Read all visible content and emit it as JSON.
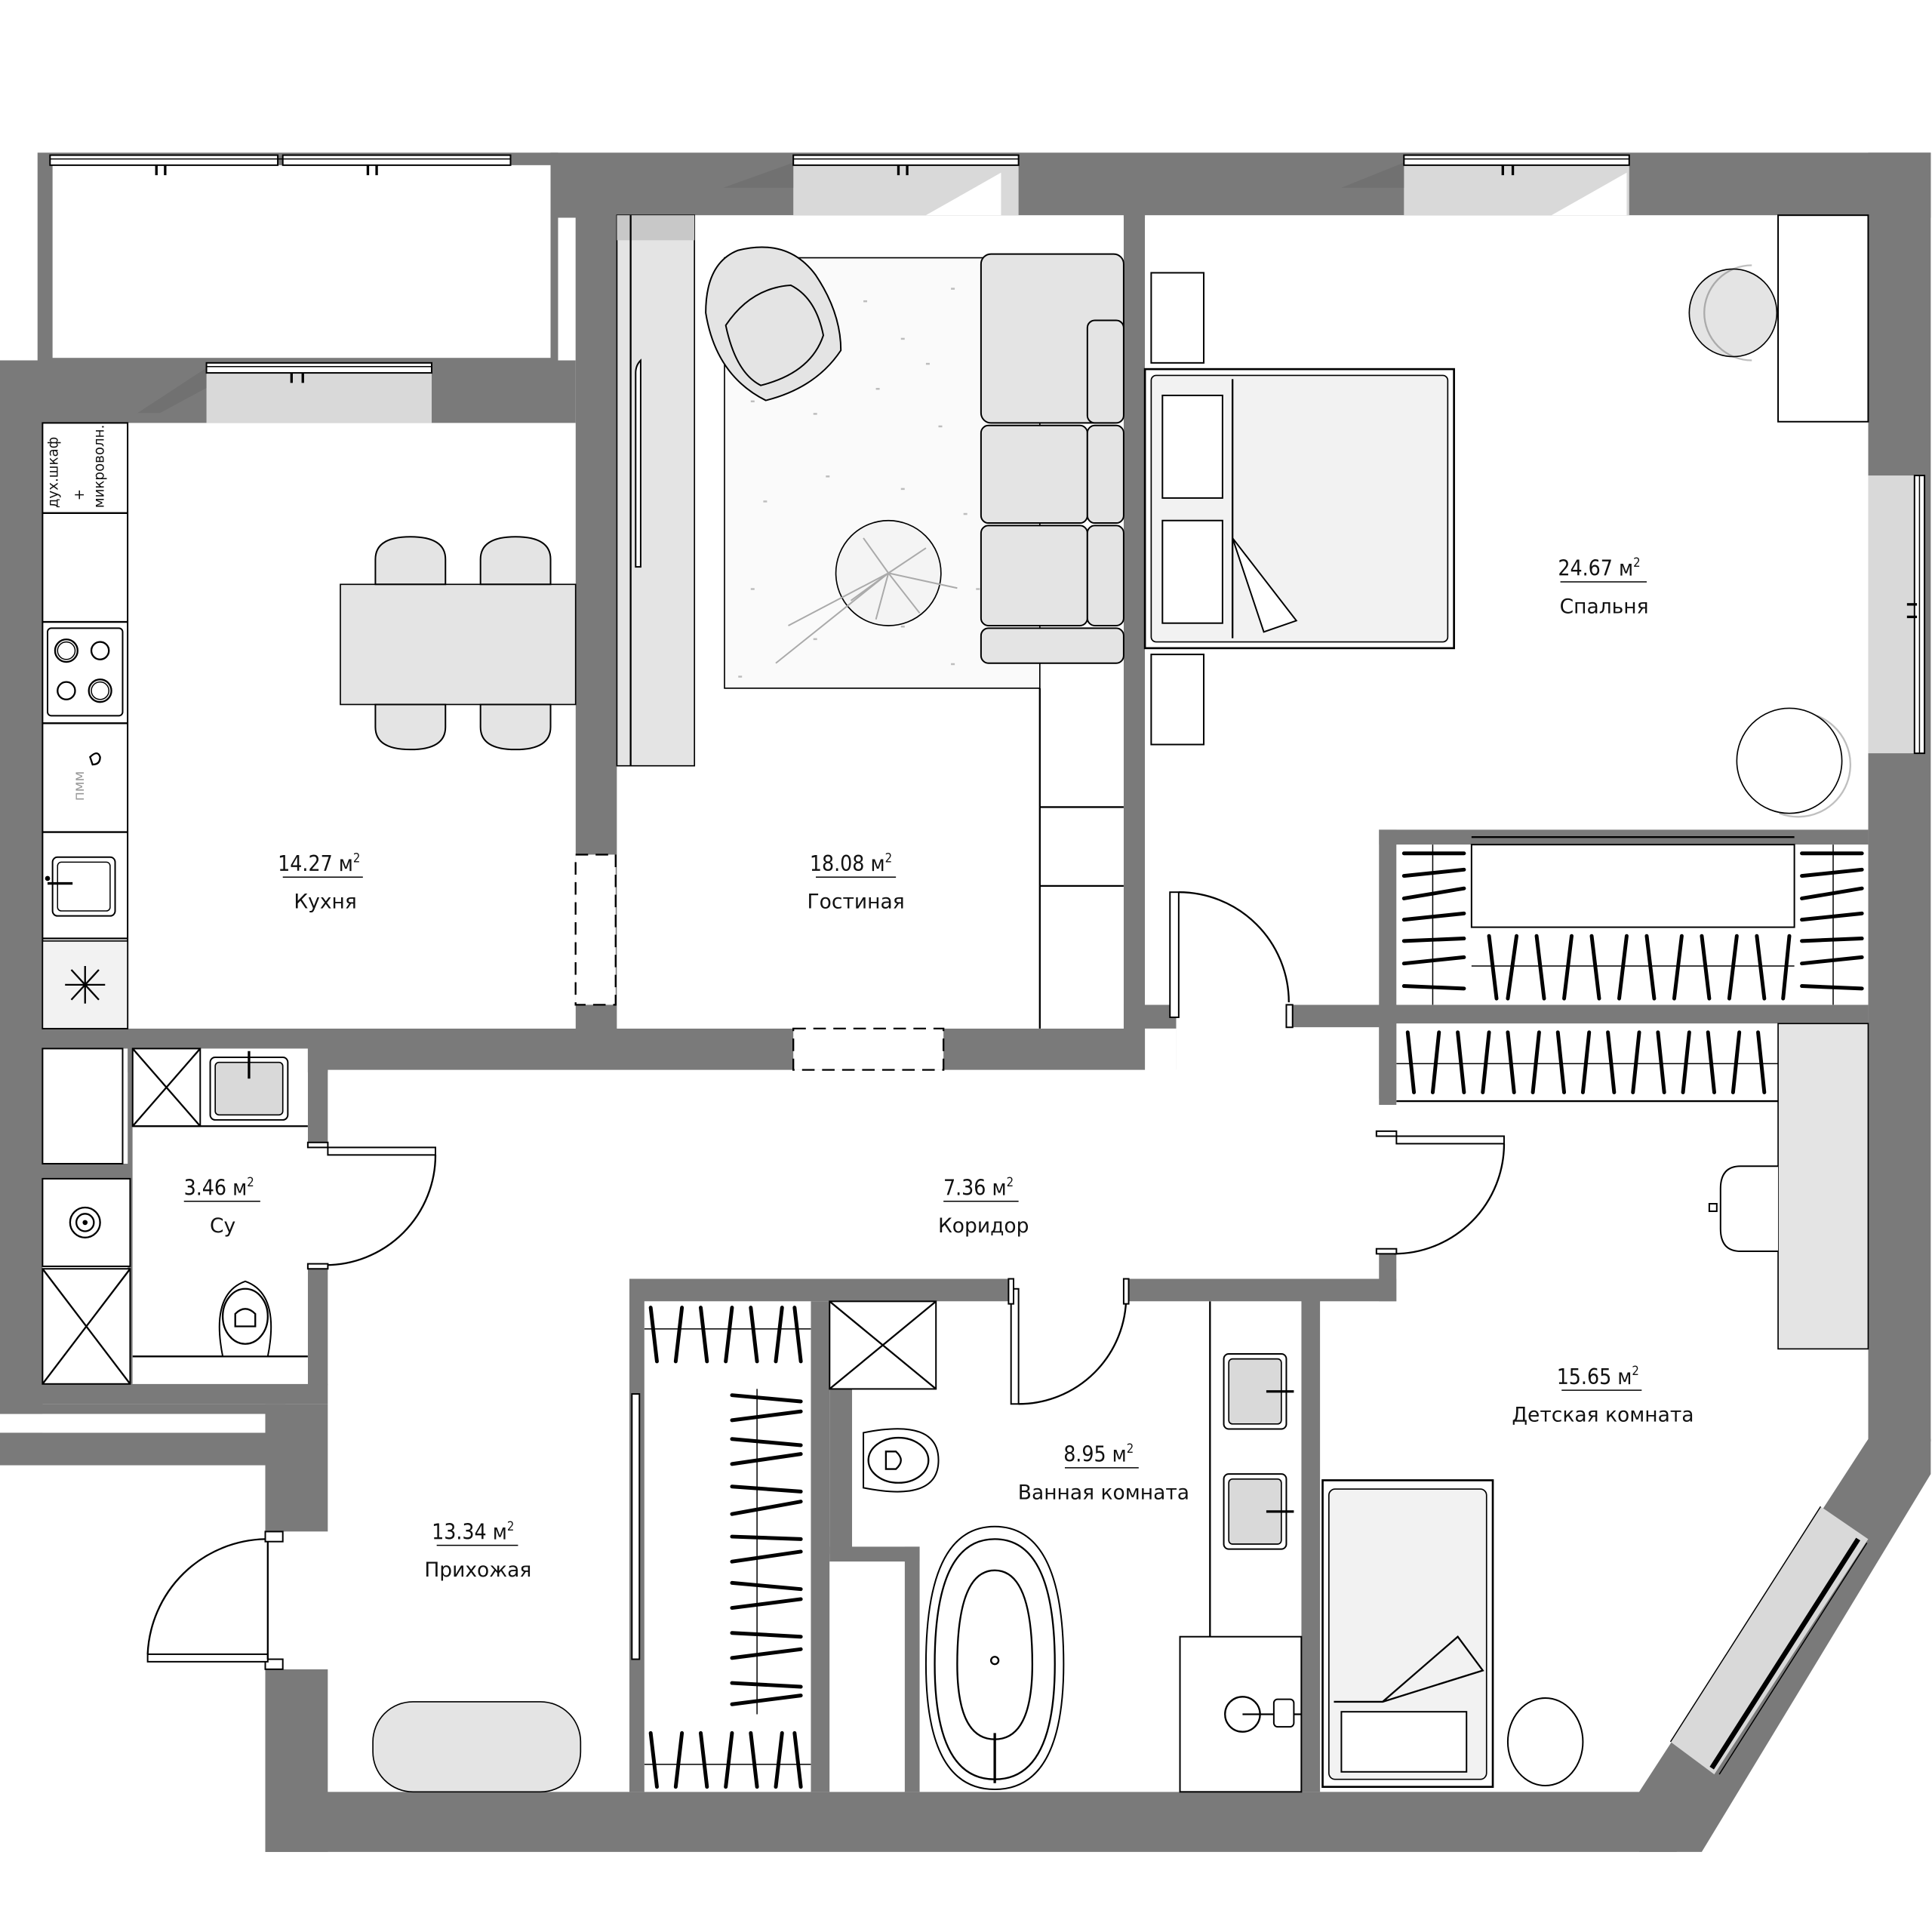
{
  "plan": {
    "wall_color": "#7a7a7a",
    "glass_color": "#d9d9d9",
    "furniture_color": "#e4e4e4",
    "area_unit": "м",
    "area_unit_power": "2"
  },
  "rooms": [
    {
      "id": "kitchen",
      "name": "Кухня",
      "area": "14.27"
    },
    {
      "id": "living",
      "name": "Гостиная",
      "area": "18.08"
    },
    {
      "id": "bedroom",
      "name": "Спальня",
      "area": "24.67"
    },
    {
      "id": "wc",
      "name": "Су",
      "area": "3.46"
    },
    {
      "id": "corridor",
      "name": "Коридор",
      "area": "7.36"
    },
    {
      "id": "bathroom",
      "name": "Ванная комната",
      "area": "8.95"
    },
    {
      "id": "kids",
      "name": "Детская комната",
      "area": "15.65"
    },
    {
      "id": "hall",
      "name": "Прихожая",
      "area": "13.34"
    }
  ],
  "kitchen_labels": {
    "oven_line1": "дух.шкаф",
    "oven_plus": "+",
    "oven_line2": "микроволн.",
    "dishwasher": "пмм"
  }
}
